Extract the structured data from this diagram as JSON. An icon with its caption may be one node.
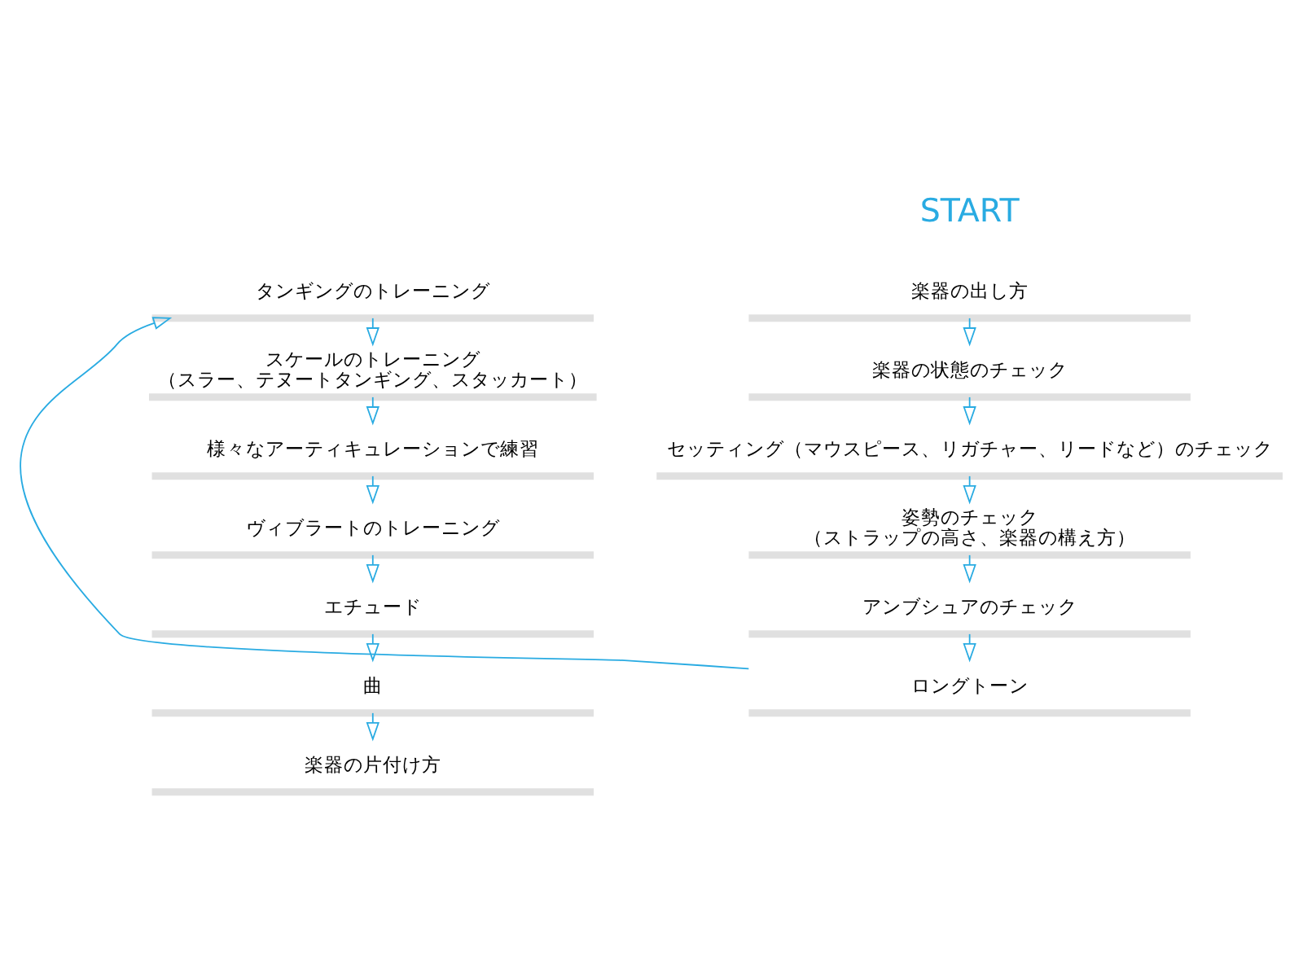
{
  "diagram": {
    "nodes": [
      {
        "text": [
          "楽器の出し方"
        ]
      },
      {
        "text": [
          "楽器の状態のチェック"
        ]
      },
      {
        "text": [
          "セッティング（マウスピース、リガチャー、リードなど）のチェック"
        ]
      },
      {
        "text": [
          "姿勢のチェック",
          "（ストラップの高さ、楽器の構え方）"
        ]
      },
      {
        "text": [
          "アンブシュアのチェック"
        ]
      },
      {
        "text": [
          "ロングトーン"
        ]
      },
      {
        "text": [
          "タンギングのトレーニング"
        ]
      },
      {
        "text": [
          "スケールのトレーニング",
          "（スラー、テヌートタンギング、スタッカート）"
        ]
      },
      {
        "text": [
          "様々なアーティキュレーションで練習"
        ]
      },
      {
        "text": [
          "ヴィブラートのトレーニング"
        ]
      },
      {
        "text": [
          "エチュード"
        ]
      },
      {
        "text": [
          "曲"
        ]
      },
      {
        "text": [
          "楽器の片付け方"
        ]
      }
    ],
    "edges": [
      {
        "from": 0,
        "to": 1,
        "arrow": "to"
      },
      {
        "from": 1,
        "to": 2,
        "arrow": "to"
      },
      {
        "from": 2,
        "to": 3,
        "arrow": "to"
      },
      {
        "from": 3,
        "to": 4,
        "arrow": "to"
      },
      {
        "from": 4,
        "to": 5,
        "arrow": "to"
      },
      {
        "from": 5,
        "to": 6,
        "arrow": "to"
      },
      {
        "from": 6,
        "to": 7,
        "arrow": "to"
      },
      {
        "from": 7,
        "to": 8,
        "arrow": "to"
      },
      {
        "from": 8,
        "to": 9,
        "arrow": "to"
      },
      {
        "from": 9,
        "to": 10,
        "arrow": "to"
      },
      {
        "from": 10,
        "to": 11,
        "arrow": "to"
      },
      {
        "from": 11,
        "to": 12,
        "arrow": "to"
      }
    ],
    "labels": [
      "START"
    ]
  }
}
